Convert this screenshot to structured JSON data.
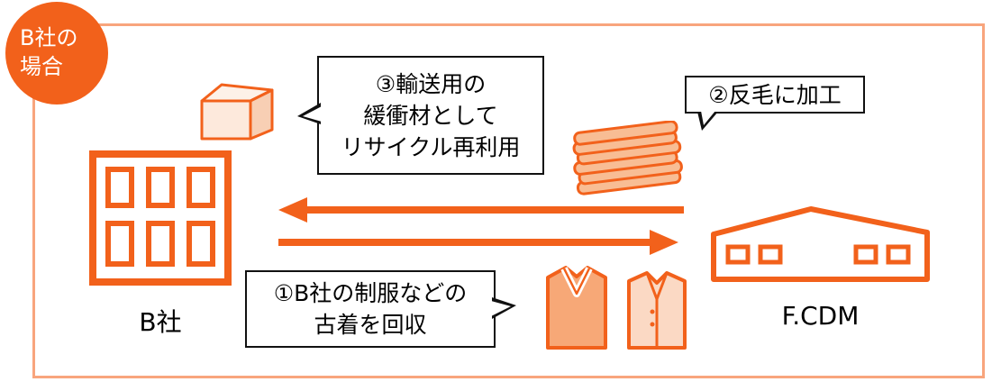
{
  "badge": {
    "line1": "B社の",
    "line2": "場合"
  },
  "callout_recycle": {
    "line1": "③輸送用の",
    "line2": "緩衝材として",
    "line3": "リサイクル再利用"
  },
  "callout_process": {
    "line1": "②反毛に加工"
  },
  "callout_collect": {
    "line1": "①B社の制服などの",
    "line2": "古着を回収"
  },
  "labels": {
    "company_b": "B社",
    "factory": "F.CDM"
  },
  "icons": {
    "box": "cardboard-box-icon",
    "fabric": "fabric-stack-icon",
    "building": "office-building-icon",
    "factory": "factory-icon",
    "vest": "uniform-vest-icon",
    "jacket": "uniform-jacket-icon"
  },
  "colors": {
    "accent": "#f2611b",
    "frame_border": "#f8a57d",
    "fill_soft": "#f8bd94",
    "fill_light": "#fde9dc",
    "badge_text": "#ffffff"
  }
}
